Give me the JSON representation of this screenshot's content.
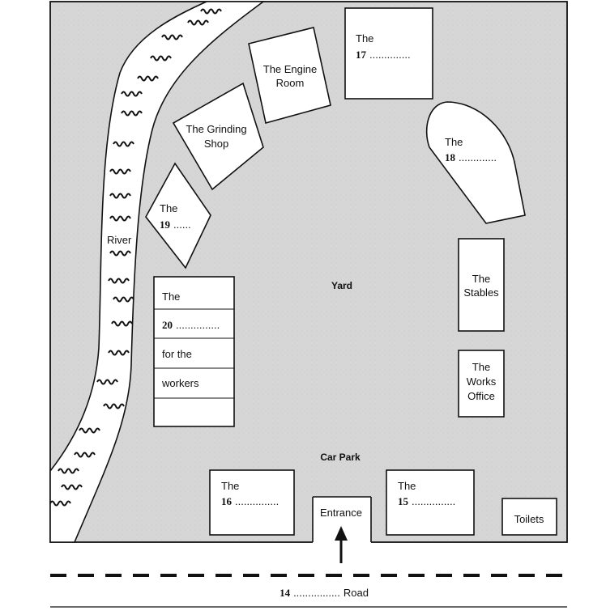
{
  "labels": {
    "river": "River",
    "yard": "Yard",
    "car_park": "Car Park",
    "entrance": "Entrance",
    "toilets": "Toilets",
    "engine_room": [
      "The Engine",
      "Room"
    ],
    "grinding_shop": [
      "The Grinding",
      "Shop"
    ],
    "stables": [
      "The",
      "Stables"
    ],
    "works_office": [
      "The",
      "Works",
      "Office"
    ],
    "q17": {
      "the": "The",
      "num": "17",
      "blank": ".............."
    },
    "q18": {
      "the": "The",
      "num": "18",
      "blank": "............."
    },
    "q19": {
      "the": "The",
      "num": "19",
      "blank": "......"
    },
    "q20": {
      "the": "The",
      "num": "20",
      "blank": "...............",
      "line3": "for the",
      "line4": "workers"
    },
    "q16": {
      "the": "The",
      "num": "16",
      "blank": "..............."
    },
    "q15": {
      "the": "The",
      "num": "15",
      "blank": "..............."
    },
    "road": {
      "num": "14",
      "blank": "................",
      "word": "Road"
    }
  }
}
